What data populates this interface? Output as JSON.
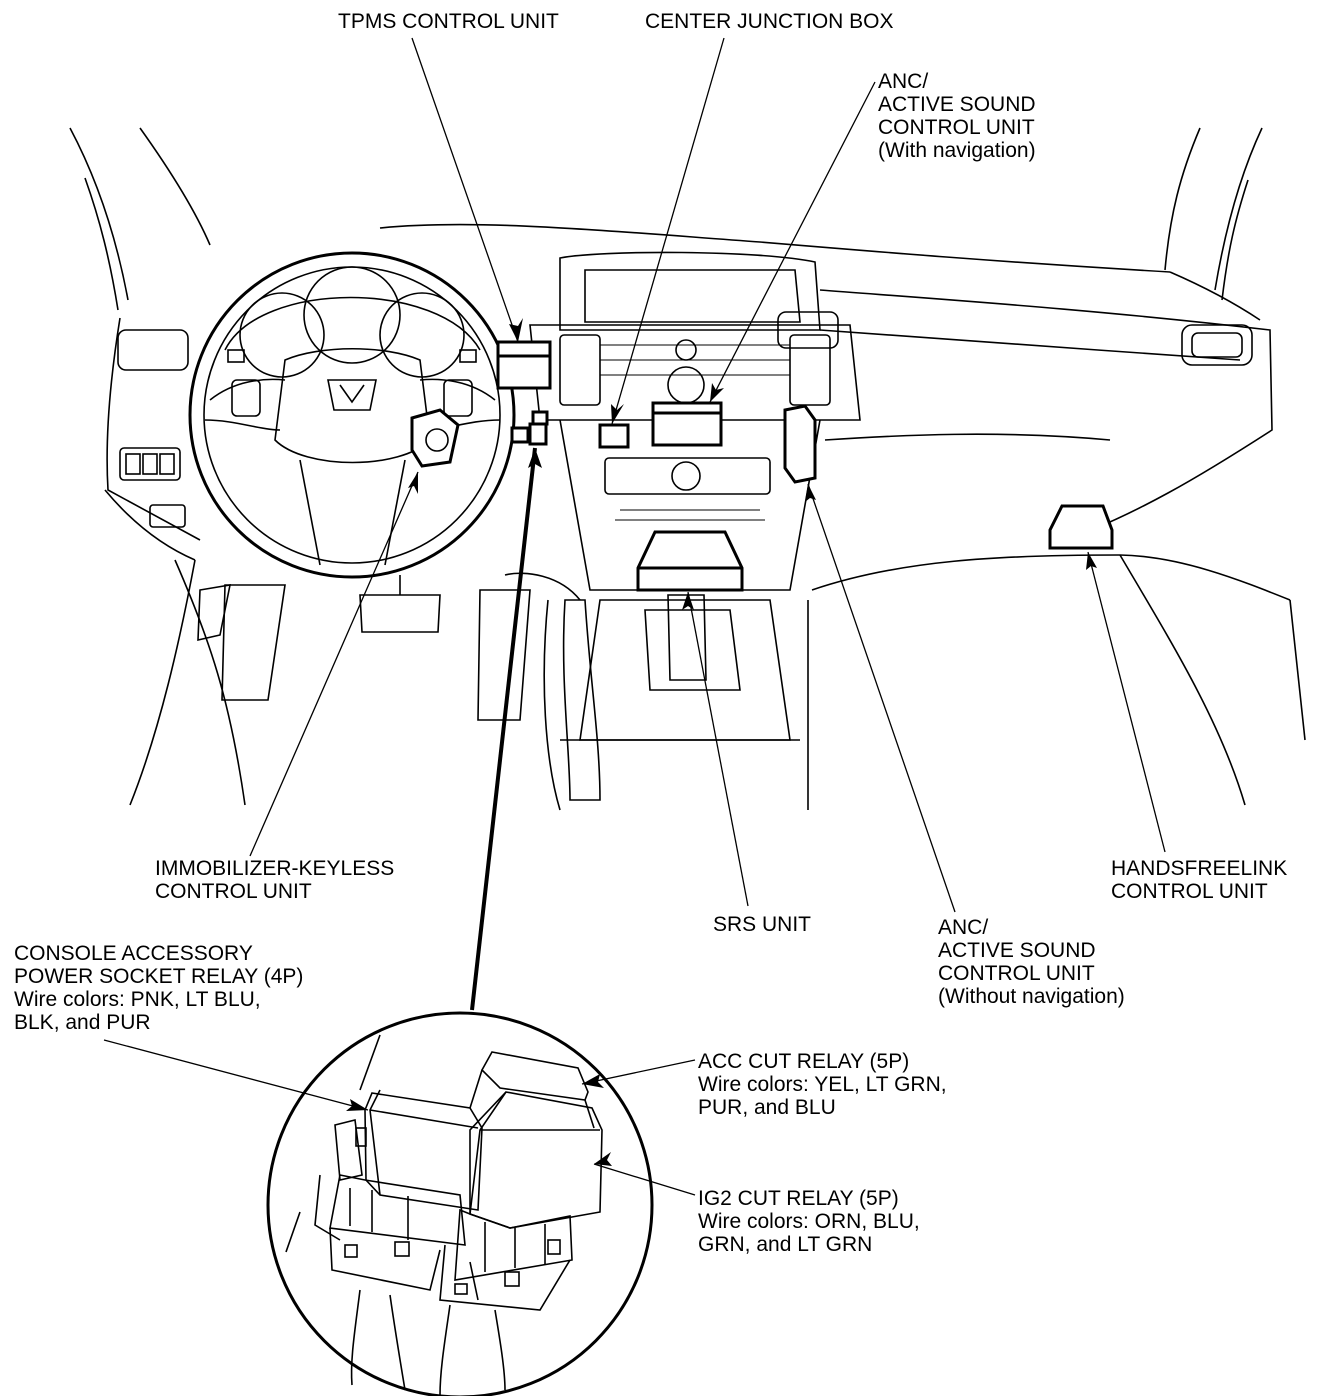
{
  "labels": {
    "tpms": [
      "TPMS CONTROL UNIT"
    ],
    "center_junction_box": [
      "CENTER JUNCTION BOX"
    ],
    "anc_with_nav": [
      "ANC/",
      "ACTIVE SOUND",
      "CONTROL UNIT",
      "(With navigation)"
    ],
    "immobilizer": [
      "IMMOBILIZER-KEYLESS",
      "CONTROL UNIT"
    ],
    "srs": [
      "SRS UNIT"
    ],
    "anc_without_nav": [
      "ANC/",
      "ACTIVE SOUND",
      "CONTROL UNIT",
      "(Without navigation)"
    ],
    "handsfreelink": [
      "HANDSFREELINK",
      "CONTROL UNIT"
    ],
    "console_relay": [
      "CONSOLE ACCESSORY",
      "POWER SOCKET RELAY (4P)",
      "Wire colors: PNK, LT BLU,",
      "BLK, and PUR"
    ],
    "acc_cut_relay": [
      "ACC CUT RELAY (5P)",
      "Wire colors: YEL, LT GRN,",
      "PUR, and BLU"
    ],
    "ig2_cut_relay": [
      "IG2 CUT RELAY (5P)",
      "Wire colors: ORN, BLU,",
      "GRN, and LT GRN"
    ]
  }
}
